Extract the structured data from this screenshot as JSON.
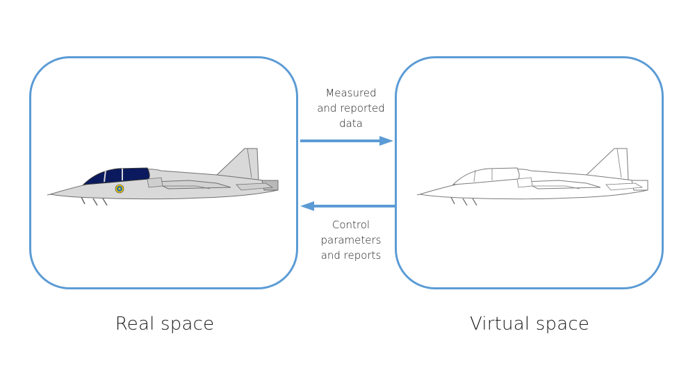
{
  "diagram": {
    "real": {
      "label": "Real space"
    },
    "virtual": {
      "label": "Virtual space"
    },
    "flows": {
      "to_virtual": "Measured\nand reported\ndata",
      "to_real": "Control\nparameters\nand reports"
    }
  },
  "colors": {
    "accent": "#5b9bd5",
    "aircraft_fill": "#d9d9d9",
    "canopy": "#0b1a5e",
    "outline": "#6e6e6e",
    "roundel_blue": "#1f6fb2",
    "roundel_yellow": "#f2c400"
  }
}
